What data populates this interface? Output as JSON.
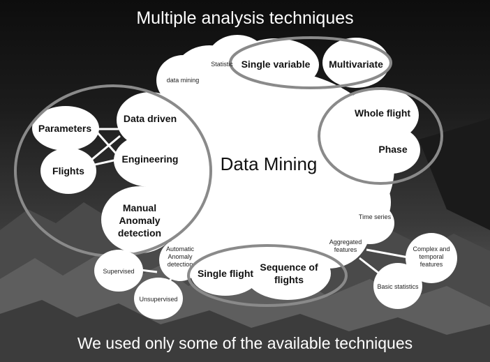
{
  "title": "Multiple analysis techniques",
  "footer": "We used only some of the available techniques",
  "center": "Data Mining",
  "top_group": {
    "statistic": "Statistic",
    "single_variable": "Single variable",
    "multivariate": "Multivariate"
  },
  "data_mining_small": "data mining",
  "left_group": {
    "parameters": "Parameters",
    "flights": "Flights",
    "data_driven": "Data driven",
    "engineering": "Engineering",
    "manual_line1": "Manual",
    "manual_line2": "Anomaly",
    "manual_line3": "detection"
  },
  "right_group": {
    "whole_flight": "Whole flight",
    "phase": "Phase"
  },
  "time_series": "Time series",
  "aggregated_line1": "Aggregated",
  "aggregated_line2": "features",
  "complex_line1": "Complex and",
  "complex_line2": "temporal",
  "complex_line3": "features",
  "basic_statistics": "Basic statistics",
  "automatic_line1": "Automatic",
  "automatic_line2": "Anomaly",
  "automatic_line3": "detection",
  "supervised": "Supervised",
  "unsupervised": "Unsupervised",
  "bottom_group": {
    "single_flight": "Single flight",
    "sequence_line1": "Sequence of",
    "sequence_line2": "flights"
  },
  "colors": {
    "bubble": "#ffffff",
    "ring": "#8a8a8a",
    "text_on_bubble": "#111111",
    "title_text": "#ffffff"
  }
}
